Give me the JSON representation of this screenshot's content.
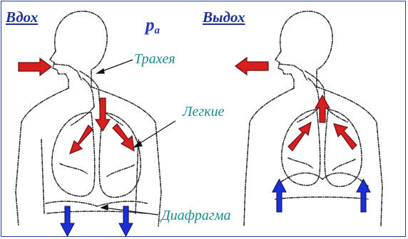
{
  "headings": {
    "inhale": "Вдох",
    "exhale": "Выдох"
  },
  "pressure_label": {
    "symbol": "p",
    "subscript": "a"
  },
  "labels": {
    "trachea": "Трахея",
    "lungs": "Легкие",
    "diaphragm": "Диафрагма"
  },
  "colors": {
    "heading": "#1c2f9a",
    "pressure": "#2233cc",
    "label": "#1a8c8c",
    "air_arrow": "#d61f1f",
    "diaphragm_arrow": "#1b2fd6",
    "outline": "#2a2a2a",
    "frame": "#1f3f9a"
  }
}
